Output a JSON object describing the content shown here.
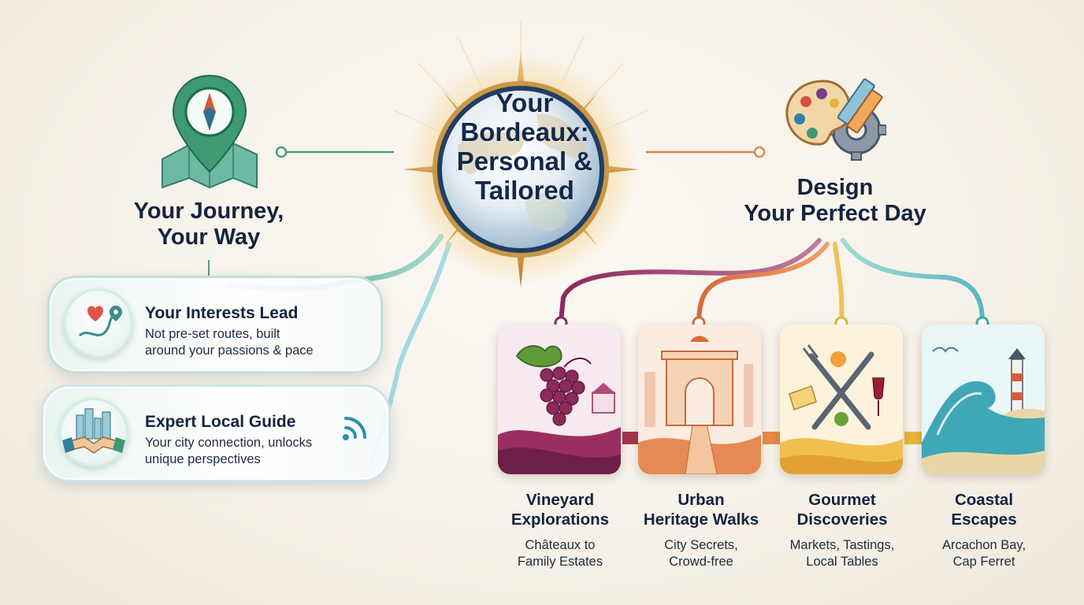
{
  "hub": {
    "title_line1": "Your",
    "title_line2": "Bordeaux:",
    "title_line3": "Personal &",
    "title_line4": "Tailored",
    "icon": "globe-compass-icon"
  },
  "left": {
    "title_line1": "Your Journey,",
    "title_line2": "Your Way",
    "icon": "map-pin-compass-icon",
    "cards": [
      {
        "title": "Your Interests Lead",
        "text_line1": "Not pre-set routes, built",
        "text_line2": "around your passions & pace",
        "icon": "heart-route-icon"
      },
      {
        "title": "Expert Local Guide",
        "text_line1": "Your city connection, unlocks",
        "text_line2": "unique perspectives",
        "icon": "handshake-city-icon",
        "extra_icon": "signal-waves-icon"
      }
    ]
  },
  "right": {
    "title_line1": "Design",
    "title_line2": "Your Perfect Day",
    "icon": "palette-gear-icon",
    "tiles": [
      {
        "title_line1": "Vineyard",
        "title_line2": "Explorations",
        "sub_line1": "Châteaux to",
        "sub_line2": "Family Estates",
        "icon": "grapes-icon",
        "color": "#8b2a5c"
      },
      {
        "title_line1": "Urban",
        "title_line2": "Heritage Walks",
        "sub_line1": "City Secrets,",
        "sub_line2": "Crowd-free",
        "icon": "arch-icon",
        "color": "#d9693a"
      },
      {
        "title_line1": "Gourmet",
        "title_line2": "Discoveries",
        "sub_line1": "Markets, Tastings,",
        "sub_line2": "Local Tables",
        "icon": "fork-knife-icon",
        "color": "#e8b43a"
      },
      {
        "title_line1": "Coastal",
        "title_line2": "Escapes",
        "sub_line1": "Arcachon Bay,",
        "sub_line2": "Cap Ferret",
        "icon": "wave-lighthouse-icon",
        "color": "#3fa7b5"
      }
    ]
  }
}
